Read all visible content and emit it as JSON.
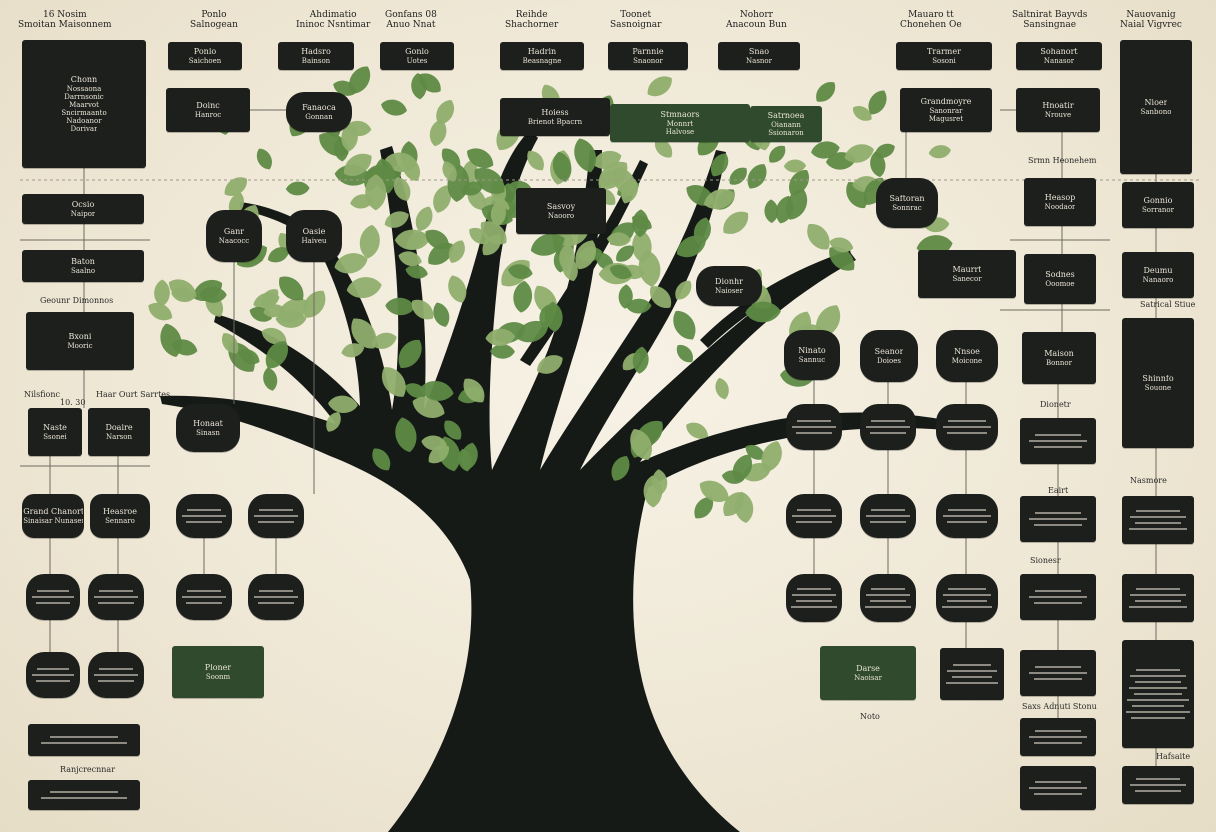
{
  "colors": {
    "background": "#efe8d6",
    "trunk": "#151a17",
    "leaf_light": "#8fae6d",
    "leaf_dark": "#5e8a45",
    "box_dark": "#1d1f1c",
    "box_green": "#2f4a2c",
    "box_text": "#e9e4d6"
  },
  "icons": [
    "family-tree-trunk-icon",
    "leaf-icon"
  ],
  "headers": [
    {
      "line1": "16 Nosim",
      "line2": "Smoitan Maisonnem"
    },
    {
      "line1": "Ponlo",
      "line2": "Salnogean"
    },
    {
      "line1": "Ahdimatio",
      "line2": "Ininoc Nsntimar"
    },
    {
      "line1": "Gonfans 08",
      "line2": "Anuo Nnat"
    },
    {
      "line1": "Reihde",
      "line2": "Shachorner"
    },
    {
      "line1": "Toonet",
      "line2": "Sasnoignar"
    },
    {
      "line1": "Nohorr",
      "line2": "Anacoun Bun"
    },
    {
      "line1": "Mauaro tt",
      "line2": "Chonehen Oe"
    },
    {
      "line1": "Saltnirat Bayvds",
      "line2": "Sansingnae"
    },
    {
      "line1": "Nauovanig",
      "line2": "Naial Vigvrec"
    }
  ],
  "captions": [
    "Geounr Dimonnos",
    "Nilsfionc",
    "10. 30",
    "Haar Ourt Sarrtes",
    "Ranjcrecnnar",
    "Srmn Heonehem",
    "Satrical Stiue",
    "Saxs Adnuti Stonu",
    "Eairt",
    "Nasmore",
    "Dionetr",
    "Sionesr",
    "Hafsaite",
    "Noto"
  ],
  "boxes": [
    {
      "title": "Chonn",
      "lines": [
        "Nossaona",
        "Darrnsonic",
        "Maarvot",
        "Sncirmaanto",
        "Nadoanor",
        "Dorivar"
      ]
    },
    {
      "title": "Ponlo",
      "lines": [
        "Saichoen"
      ]
    },
    {
      "title": "Hadsro",
      "lines": [
        "Bainson"
      ]
    },
    {
      "title": "Gonlo",
      "lines": [
        "Uotes"
      ]
    },
    {
      "title": "Hadrin",
      "lines": [
        "Beasnagne"
      ]
    },
    {
      "title": "Parnnie",
      "lines": [
        "Snaonor"
      ]
    },
    {
      "title": "Snao",
      "lines": [
        "Nasnor"
      ]
    },
    {
      "title": "Trarmer",
      "lines": [
        "Sosoni"
      ]
    },
    {
      "title": "Sohanort",
      "lines": [
        "Nanasor"
      ]
    },
    {
      "title": "Nioer",
      "lines": [
        "Sanbono"
      ]
    },
    {
      "title": "Doinc",
      "lines": [
        "Hanroc"
      ]
    },
    {
      "title": "Fanaoca",
      "lines": [
        "Gonnan"
      ]
    },
    {
      "title": "Hoiess",
      "lines": [
        "Brienot Bpacrn"
      ]
    },
    {
      "title": "Stmnaors",
      "lines": [
        "Monnrt",
        "Halvose"
      ]
    },
    {
      "title": "Satrnoea",
      "lines": [
        "Oianann",
        "Ssionaron"
      ]
    },
    {
      "title": "Grandmoyre",
      "lines": [
        "Sanonrar",
        "Magusret"
      ]
    },
    {
      "title": "Hnoatir",
      "lines": [
        "Nrouve"
      ]
    },
    {
      "title": "Ocsio",
      "lines": [
        "Naipor"
      ]
    },
    {
      "title": "Baton",
      "lines": [
        "Saalno"
      ]
    },
    {
      "title": "Bxoni",
      "lines": [
        "Mooric"
      ]
    },
    {
      "title": "Ganr",
      "lines": [
        "Naacocc"
      ]
    },
    {
      "title": "Oasie",
      "lines": [
        "Haiveu"
      ]
    },
    {
      "title": "Sasvoy",
      "lines": [
        "Naooro"
      ]
    },
    {
      "title": "Saftoran",
      "lines": [
        "Sonnrac"
      ]
    },
    {
      "title": "Dionhr",
      "lines": [
        "Naioser"
      ]
    },
    {
      "title": "Maurrt",
      "lines": [
        "Sanecor"
      ]
    },
    {
      "title": "Heasop",
      "lines": [
        "Noodaor"
      ]
    },
    {
      "title": "Sodnes",
      "lines": [
        "Ooomoe"
      ]
    },
    {
      "title": "Gonnio",
      "lines": [
        "Sorranor"
      ]
    },
    {
      "title": "Deumu",
      "lines": [
        "Nanaoro"
      ]
    },
    {
      "title": "Shinnfo",
      "lines": [
        "Souone"
      ]
    },
    {
      "title": "Maison",
      "lines": [
        "Bonnor"
      ]
    },
    {
      "title": "Naste",
      "lines": [
        "Ssonei"
      ]
    },
    {
      "title": "Doaire",
      "lines": [
        "Narson"
      ]
    },
    {
      "title": "Honaat",
      "lines": [
        "Sinasn"
      ]
    },
    {
      "title": "Ninato",
      "lines": [
        "Sannuc"
      ]
    },
    {
      "title": "Seanor",
      "lines": [
        "Doioes"
      ]
    },
    {
      "title": "Nnsoe",
      "lines": [
        "Moicone"
      ]
    },
    {
      "title": "Grand Chanort",
      "lines": [
        "Sinaisar Nunaser"
      ]
    },
    {
      "title": "Heasroe",
      "lines": [
        "Sennaro"
      ]
    },
    {
      "title": "Darse",
      "lines": [
        "Naoisar"
      ]
    },
    {
      "title": "Ploner",
      "lines": [
        "Soonm"
      ]
    }
  ]
}
